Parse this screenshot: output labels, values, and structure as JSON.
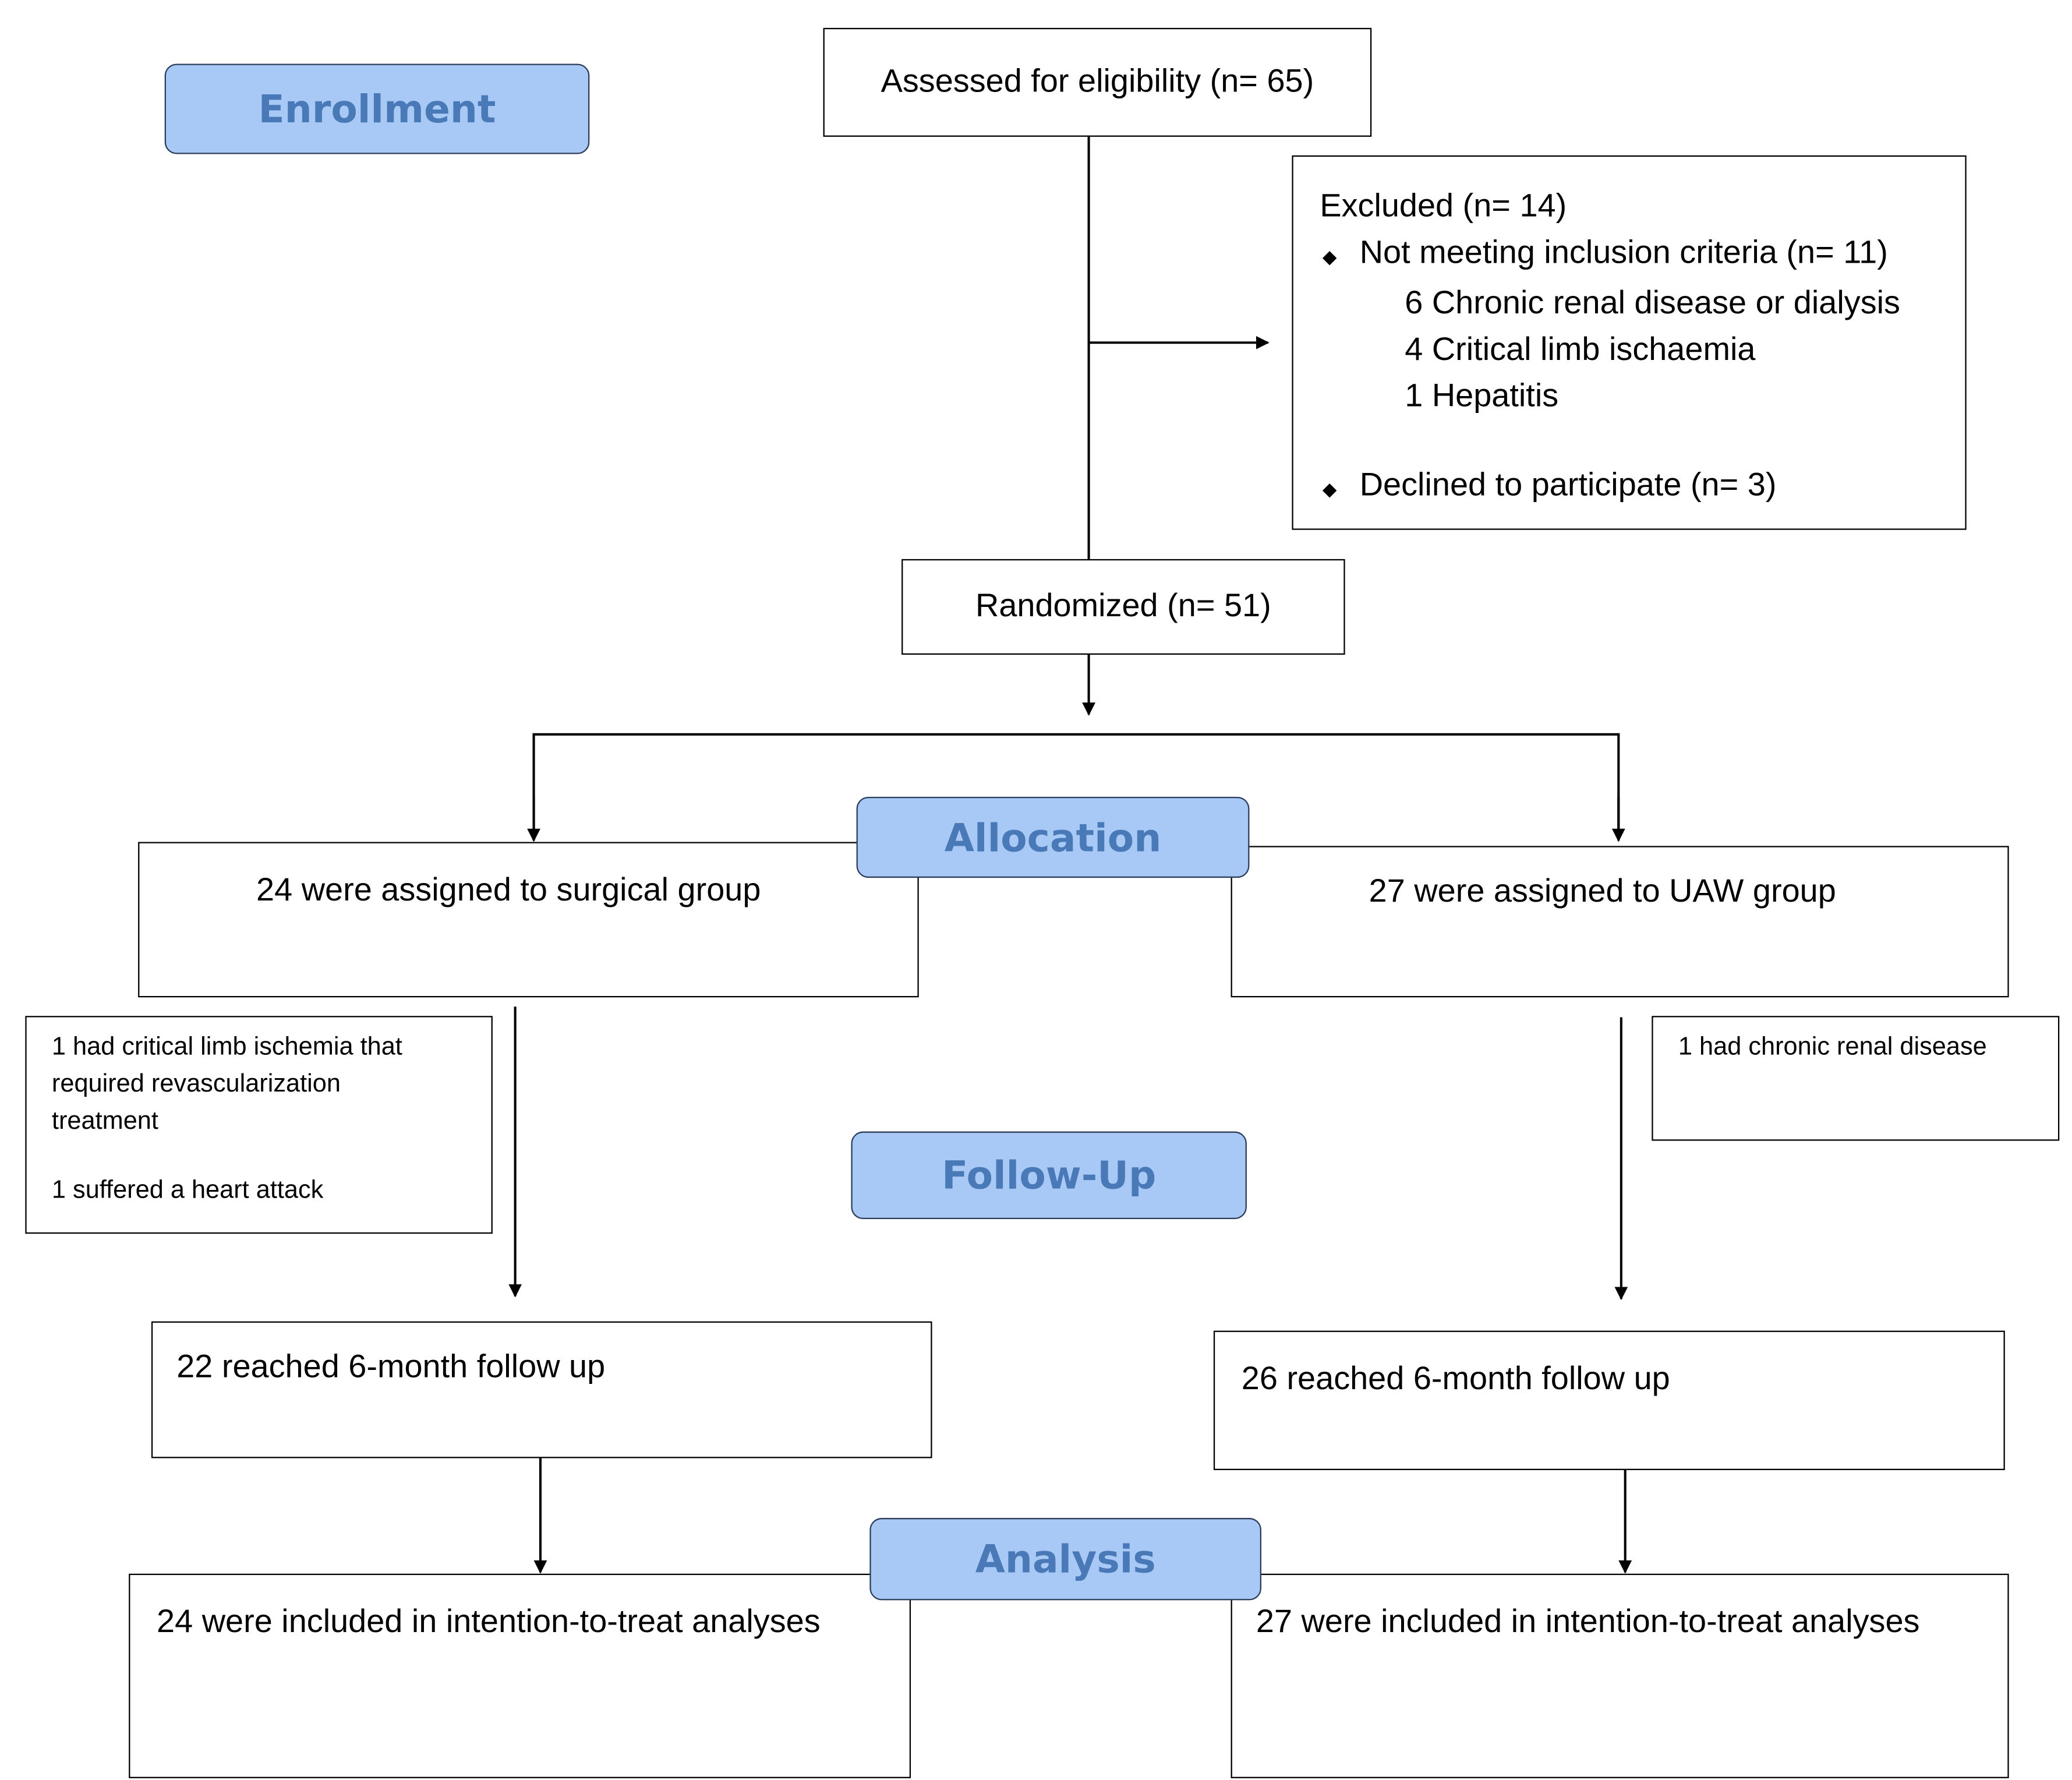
{
  "stages": {
    "enrollment": "Enrollment",
    "allocation": "Allocation",
    "follow_up": "Follow-Up",
    "analysis": "Analysis"
  },
  "assessed": "Assessed for eligibility (n= 65)",
  "excluded": {
    "title": "Excluded  (n= 14)",
    "not_meeting": "Not meeting inclusion criteria (n= 11)",
    "reasons": [
      "6 Chronic renal disease or dialysis",
      "4 Critical limb ischaemia",
      "1 Hepatitis"
    ],
    "declined": "Declined to participate (n= 3)",
    "bullet": "◆"
  },
  "randomized": "Randomized (n= 51)",
  "allocation": {
    "left": "24 were assigned to surgical group",
    "right": "27 were assigned to UAW group"
  },
  "losses": {
    "left": [
      "1 had critical limb ischemia that",
      "required revascularization",
      "treatment",
      "1 suffered a heart attack"
    ],
    "right": "1 had chronic renal disease"
  },
  "follow_up": {
    "left": "22 reached 6-month follow up",
    "right": "26 reached 6-month follow up"
  },
  "analysis": {
    "left": "24 were included in intention-to-treat analyses",
    "right": "27 were included in intention-to-treat analyses"
  }
}
